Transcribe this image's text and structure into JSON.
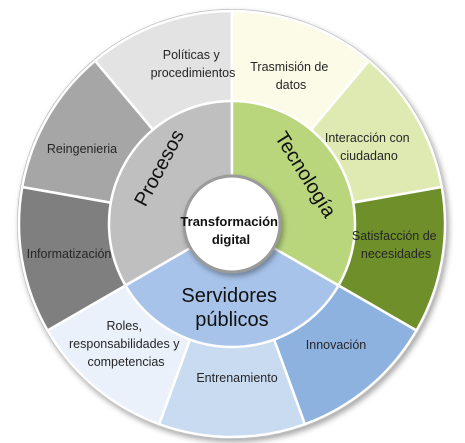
{
  "center": {
    "line1": "Transformación",
    "line2": "digital"
  },
  "rings": {
    "procesos": "Procesos",
    "tecnologia": "Tecnología",
    "servidores": {
      "line1": "Servidores",
      "line2": "públicos"
    }
  },
  "outer": {
    "politicas": [
      "Políticas y",
      "procedimientos"
    ],
    "trasmision": [
      "Trasmisión de",
      "datos"
    ],
    "interaccion": [
      "Interacción con",
      "ciudadano"
    ],
    "satisfaccion": [
      "Satisfacción de",
      "necesidades"
    ],
    "innovacion": [
      "Innovación"
    ],
    "entrenamiento": [
      "Entrenamiento"
    ],
    "roles": [
      "Roles,",
      "responsabilidades y",
      "competencias"
    ],
    "informatizacion": [
      "Informatización"
    ],
    "reingenieria": [
      "Reingenieria"
    ]
  },
  "colors": {
    "outer_politicas": "#e3e3e3",
    "outer_trasmision": "#fbfbe8",
    "outer_interaccion": "#dfeab3",
    "outer_satisfaccion": "#6e8f2a",
    "outer_innovacion": "#8eb2e0",
    "outer_entrenamiento": "#c9dbf1",
    "outer_roles": "#eaf1fb",
    "outer_informatizacion": "#7f7f7f",
    "outer_reingenieria": "#a6a6a6",
    "ring_procesos": "#bfbfbf",
    "ring_tecnologia": "#b9d67d",
    "ring_servidores": "#a7c3ea",
    "center": "#ffffff"
  }
}
